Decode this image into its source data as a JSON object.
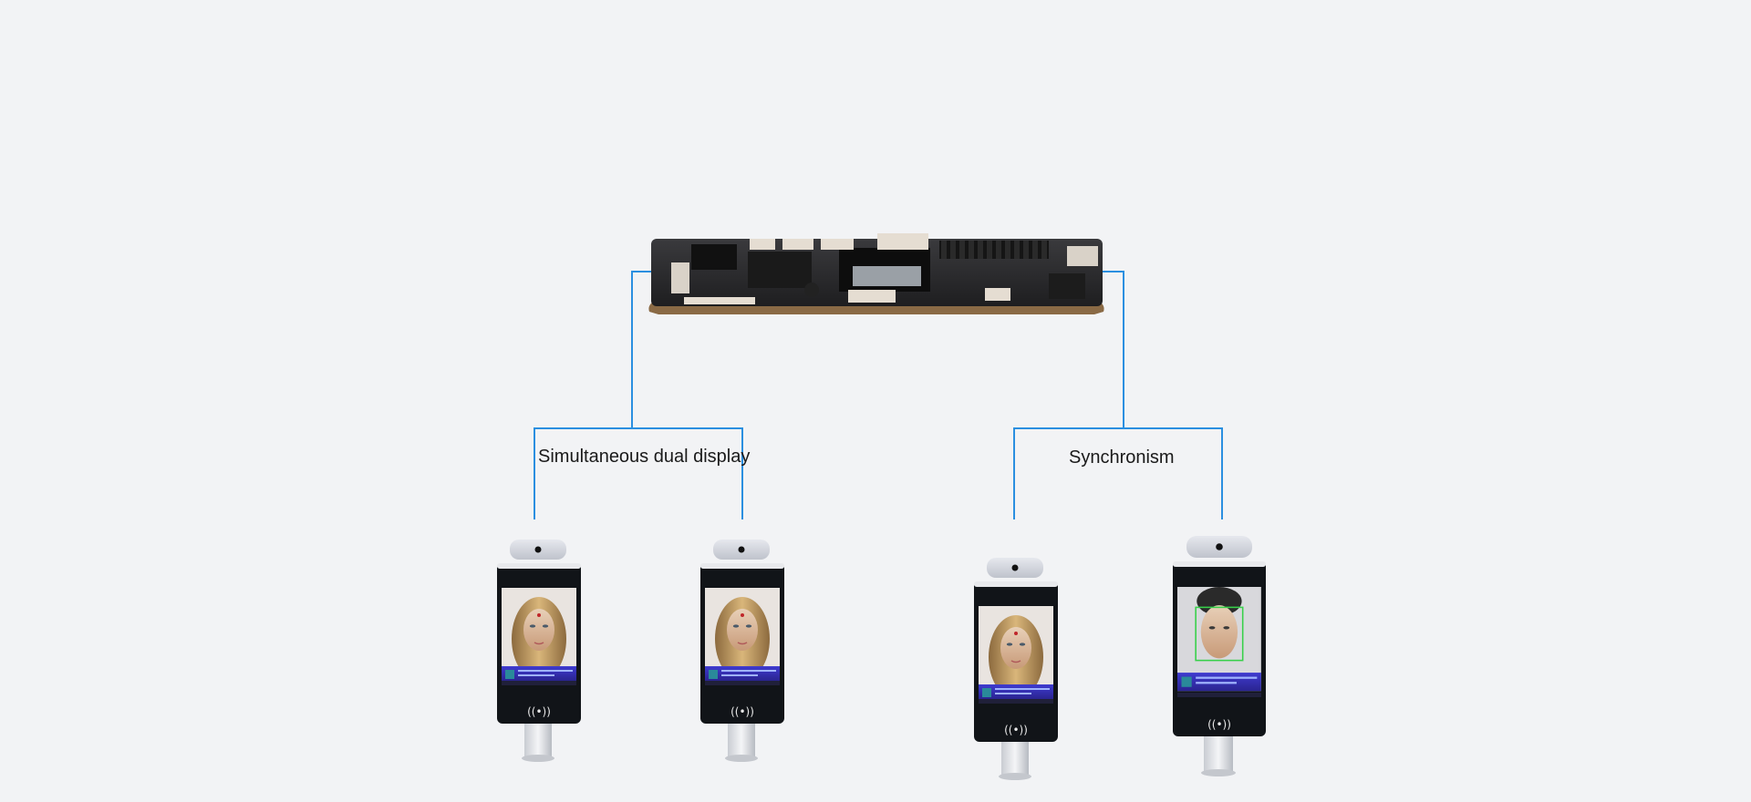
{
  "labels": {
    "dual_display": "Simultaneous dual display",
    "synchronism": "Synchronism"
  },
  "colors": {
    "background": "#f2f3f5",
    "connector_line": "#2b8fe0",
    "pcb": "#2a2a2c",
    "device_body": "#111418",
    "device_panel": "#3a38b8"
  },
  "devices": [
    {
      "screen_image": "woman-face",
      "group": "dual_display"
    },
    {
      "screen_image": "woman-face",
      "group": "dual_display"
    },
    {
      "screen_image": "woman-face",
      "group": "synchronism"
    },
    {
      "screen_image": "man-face-detected",
      "group": "synchronism"
    }
  ]
}
